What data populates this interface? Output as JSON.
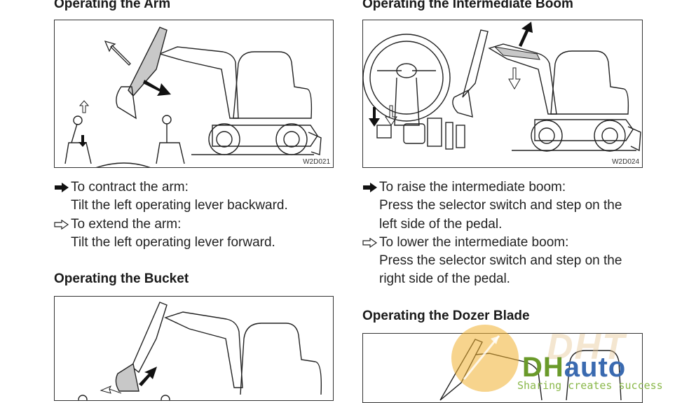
{
  "sections": {
    "arm": {
      "heading": "Operating the Arm",
      "figure_code": "W2D021",
      "instructions": [
        {
          "arrow": "solid",
          "text": "To contract the arm:",
          "detail": [
            "Tilt the left operating lever backward."
          ]
        },
        {
          "arrow": "outline",
          "text": "To extend the arm:",
          "detail": [
            "Tilt the left operating lever forward."
          ]
        }
      ]
    },
    "intermediate_boom": {
      "heading": "Operating the Intermediate Boom",
      "figure_code": "W2D024",
      "instructions": [
        {
          "arrow": "solid",
          "text": "To raise the intermediate boom:",
          "detail": [
            "Press the selector switch and step on the",
            "left side of the pedal."
          ]
        },
        {
          "arrow": "outline",
          "text": "To lower the intermediate boom:",
          "detail": [
            "Press the selector switch and step on the",
            "right side of the pedal."
          ]
        }
      ]
    },
    "bucket": {
      "heading": "Operating the Bucket"
    },
    "dozer_blade": {
      "heading": "Operating the Dozer Blade"
    }
  },
  "watermark": {
    "big": "DHT",
    "logo_left": "DH",
    "logo_right": "auto",
    "slogan": "Sharing creates success",
    "colors": {
      "orange": "#f0b030",
      "green": "#6a9a2a",
      "light_green": "#8ab84a"
    }
  },
  "icons": {
    "solid_arrow": "solid-right-arrow-icon",
    "outline_arrow": "outline-right-arrow-icon"
  }
}
